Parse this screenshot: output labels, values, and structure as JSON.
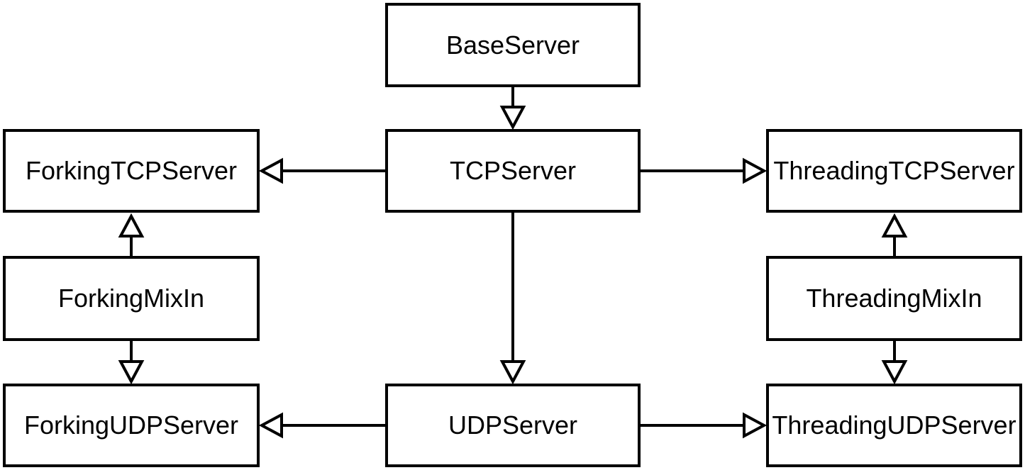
{
  "diagram": {
    "type": "class-inheritance-diagram",
    "colors": {
      "background": "#ffffff",
      "box_fill": "#ffffff",
      "box_border": "#000000",
      "text": "#000000",
      "edge_line": "#000000",
      "arrowhead_fill": "#ffffff"
    },
    "nodes": [
      {
        "id": "base_server",
        "label": "BaseServer"
      },
      {
        "id": "tcp_server",
        "label": "TCPServer"
      },
      {
        "id": "forking_tcp_server",
        "label": "ForkingTCPServer"
      },
      {
        "id": "threading_tcp_server",
        "label": "ThreadingTCPServer"
      },
      {
        "id": "forking_mixin",
        "label": "ForkingMixIn"
      },
      {
        "id": "threading_mixin",
        "label": "ThreadingMixIn"
      },
      {
        "id": "udp_server",
        "label": "UDPServer"
      },
      {
        "id": "forking_udp_server",
        "label": "ForkingUDPServer"
      },
      {
        "id": "threading_udp_server",
        "label": "ThreadingUDPServer"
      }
    ],
    "edges": [
      {
        "from": "BaseServer",
        "to": "TCPServer",
        "arrowhead": "hollow-triangle",
        "direction": "down"
      },
      {
        "from": "TCPServer",
        "to": "ForkingTCPServer",
        "arrowhead": "hollow-triangle",
        "direction": "left"
      },
      {
        "from": "TCPServer",
        "to": "ThreadingTCPServer",
        "arrowhead": "hollow-triangle",
        "direction": "right"
      },
      {
        "from": "TCPServer",
        "to": "UDPServer",
        "arrowhead": "hollow-triangle",
        "direction": "down"
      },
      {
        "from": "ForkingMixIn",
        "to": "ForkingTCPServer",
        "arrowhead": "hollow-triangle",
        "direction": "up"
      },
      {
        "from": "ForkingMixIn",
        "to": "ForkingUDPServer",
        "arrowhead": "hollow-triangle",
        "direction": "down"
      },
      {
        "from": "ThreadingMixIn",
        "to": "ThreadingTCPServer",
        "arrowhead": "hollow-triangle",
        "direction": "up"
      },
      {
        "from": "ThreadingMixIn",
        "to": "ThreadingUDPServer",
        "arrowhead": "hollow-triangle",
        "direction": "down"
      },
      {
        "from": "UDPServer",
        "to": "ForkingUDPServer",
        "arrowhead": "hollow-triangle",
        "direction": "left"
      },
      {
        "from": "UDPServer",
        "to": "ThreadingUDPServer",
        "arrowhead": "hollow-triangle",
        "direction": "right"
      }
    ]
  }
}
